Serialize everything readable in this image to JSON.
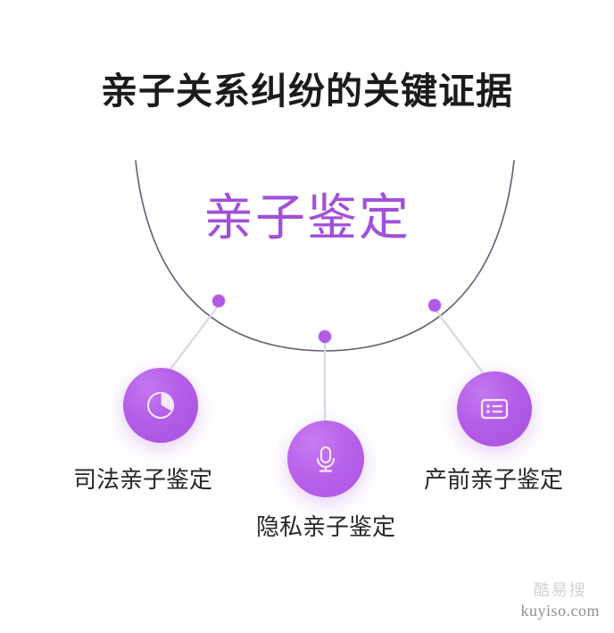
{
  "page": {
    "title": "亲子关系纠纷的关键证据",
    "background_color": "#ffffff"
  },
  "center": {
    "label": "亲子鉴定",
    "color": "#a250d8"
  },
  "theme": {
    "accent": "#b15ae8",
    "circle_light": "#c477f0",
    "circle_dark": "#a84fe0",
    "arc_stroke": "#6b5a78",
    "connector_stroke": "#d9d9e0",
    "title_color": "#1b1b1b",
    "label_color": "#27272b"
  },
  "nodes": [
    {
      "id": "judicial",
      "label": "司法亲子鉴定",
      "icon": "pie-chart-icon"
    },
    {
      "id": "privacy",
      "label": "隐私亲子鉴定",
      "icon": "microphone-icon"
    },
    {
      "id": "prenatal",
      "label": "产前亲子鉴定",
      "icon": "list-card-icon"
    }
  ],
  "watermark": {
    "brand_cn": "酷易搜",
    "url": "kuyiso.com"
  }
}
